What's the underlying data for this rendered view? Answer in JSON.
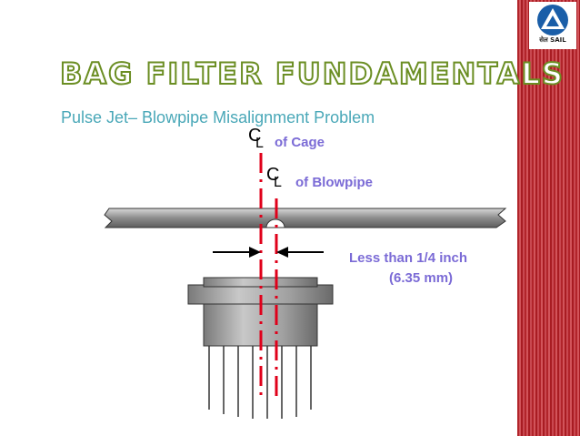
{
  "slide": {
    "title": "BAG FILTER FUNDAMENTALS",
    "subtitle": "Pulse Jet– Blowpipe Misalignment Problem"
  },
  "brand": {
    "logo_text": "सेल SAIL",
    "logo_icon": "sail-logo-icon",
    "stripe_color": "#b1242a"
  },
  "diagram": {
    "centerline_symbol": "C",
    "cage_label": "of Cage",
    "blowpipe_label": "of Blowpipe",
    "gap_note_line1": "Less than 1/4 inch",
    "gap_note_line2": "(6.35 mm)",
    "colors": {
      "label": "#7b6bd6",
      "centerline": "#e0001a",
      "pipe": "#9a9a9a"
    }
  }
}
